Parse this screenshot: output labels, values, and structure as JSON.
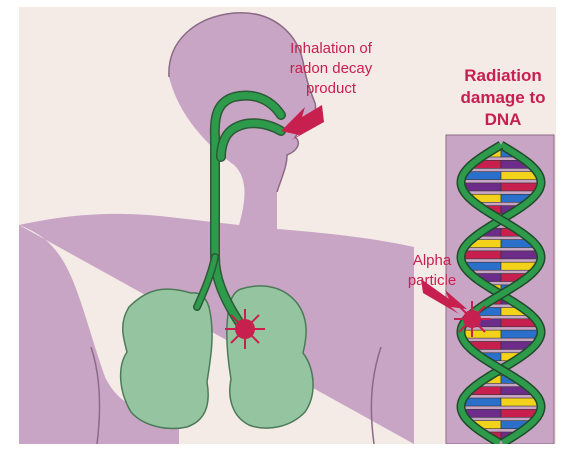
{
  "labels": {
    "inhalation": "Inhalation of radon decay product",
    "radiation_title": "Radiation damage to DNA",
    "alpha_particle": "Alpha particle"
  },
  "colors": {
    "background": "#f4ebe6",
    "body": "#c9a5c5",
    "lung": "#94c5a0",
    "airway": "#2e9a4b",
    "text_accent": "#c8204e",
    "alpha_particle": "#c8204e",
    "dna_strand": "#2e9a4b",
    "base_yellow": "#f2d21a",
    "base_blue": "#2a6fc9",
    "base_red": "#c8204e",
    "base_purple": "#6e2c8a"
  },
  "dna_panel": {
    "base_pair_count": 26,
    "turns": 2
  }
}
